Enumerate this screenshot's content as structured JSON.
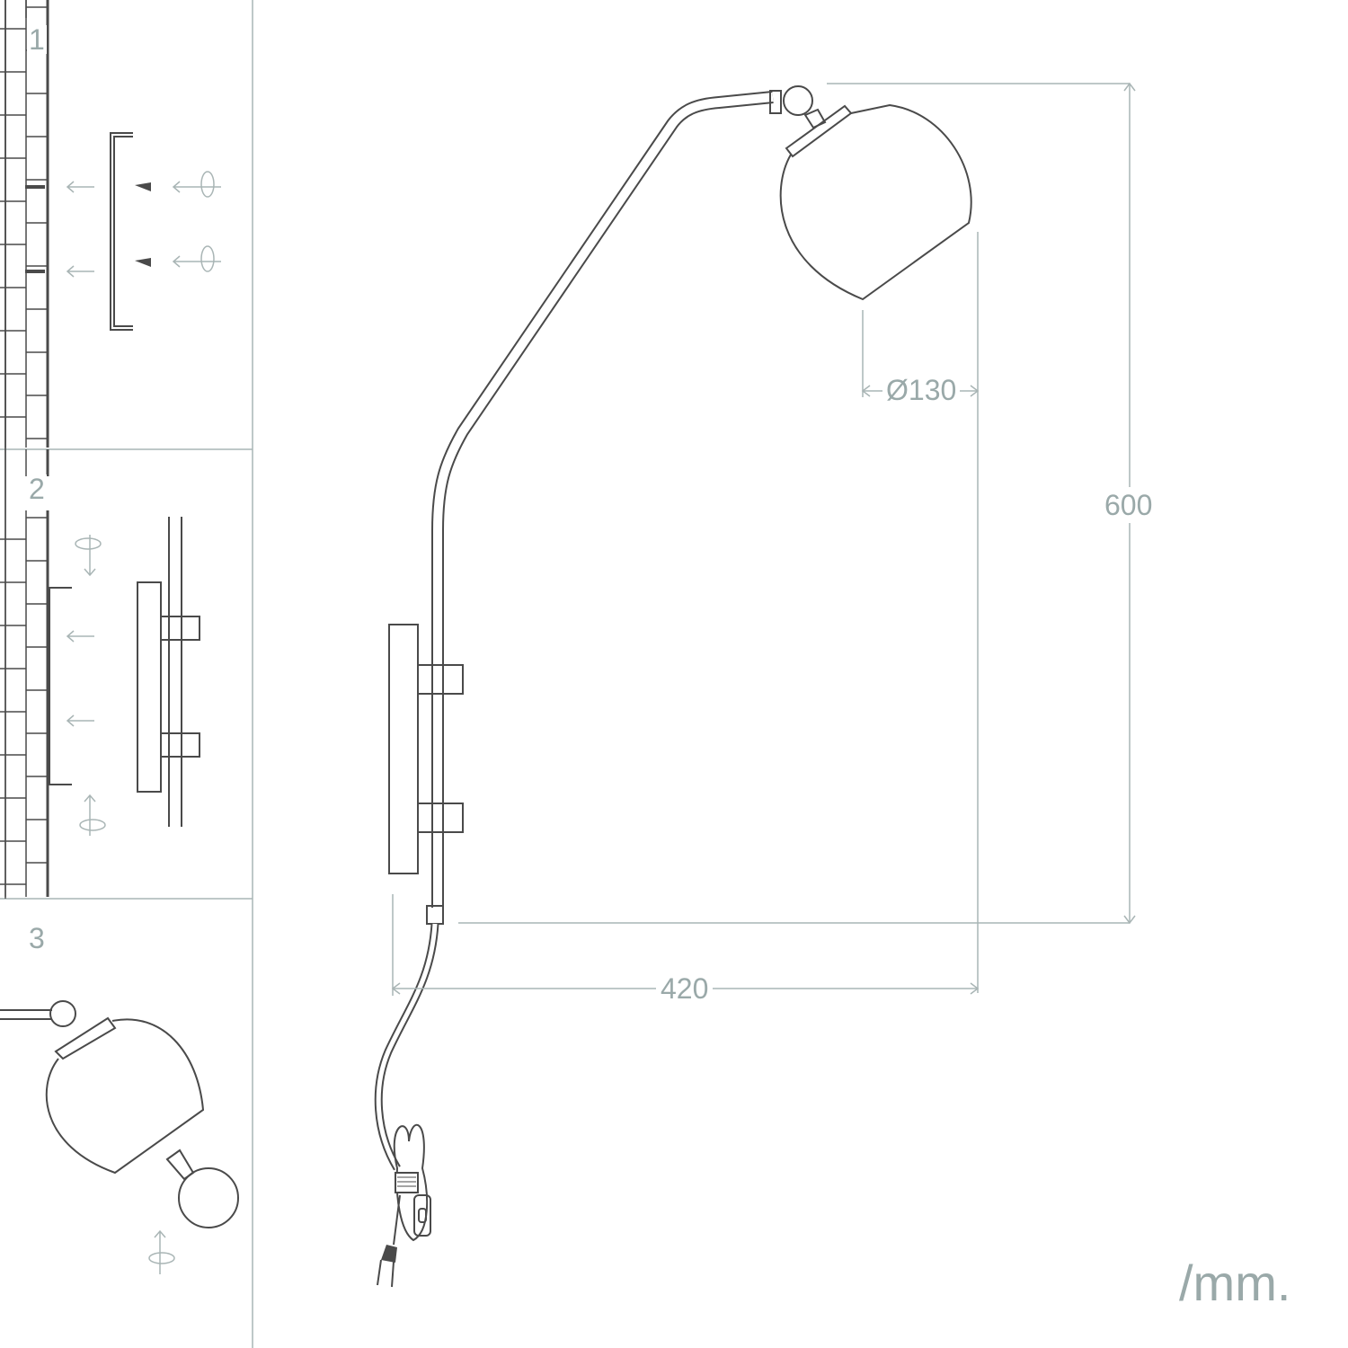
{
  "steps": [
    {
      "number": "1"
    },
    {
      "number": "2"
    },
    {
      "number": "3"
    }
  ],
  "dimensions": {
    "shade_diameter": "Ø130",
    "height": "600",
    "width": "420"
  },
  "unit": "/mm.",
  "colors": {
    "line": "#4a4a4a",
    "dimension": "#a9b5b5",
    "label": "#9aa9a9"
  }
}
